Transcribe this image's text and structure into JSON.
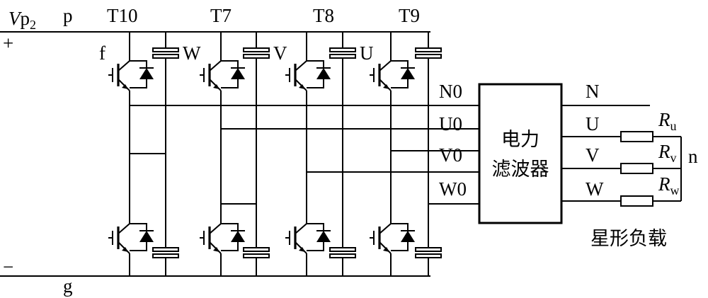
{
  "supply": {
    "voltage_v": "V",
    "voltage_p": "p",
    "voltage_sub": "2",
    "plus": "+",
    "minus": "−",
    "top_rail": "p",
    "bottom_rail": "g"
  },
  "legs": [
    {
      "name": "T10",
      "mid_label": "f"
    },
    {
      "name": "T7",
      "mid_label": "W"
    },
    {
      "name": "T8",
      "mid_label": "V"
    },
    {
      "name": "T9",
      "mid_label": "U"
    }
  ],
  "filter_inputs": [
    "N0",
    "U0",
    "V0",
    "W0"
  ],
  "filter": {
    "line1": "电力",
    "line2": "滤波器"
  },
  "outputs": [
    "N",
    "U",
    "V",
    "W"
  ],
  "loads": [
    {
      "r": "R",
      "sub": "u"
    },
    {
      "r": "R",
      "sub": "v"
    },
    {
      "r": "R",
      "sub": "w"
    }
  ],
  "neutral": "n",
  "load_caption": "星形负载"
}
